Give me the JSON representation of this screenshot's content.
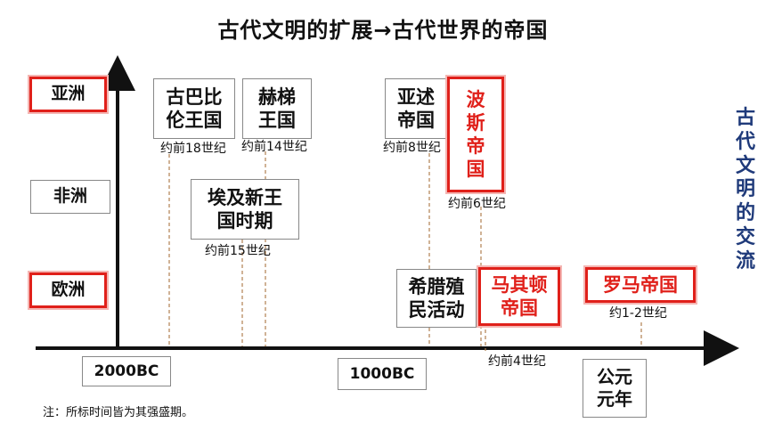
{
  "title": "古代文明的扩展→古代世界的帝国",
  "side_label": "古代文明的交流",
  "regions": [
    "亚洲",
    "非洲",
    "欧洲"
  ],
  "civilizations": [
    {
      "name": "古巴比伦王国",
      "era": "约前18世纪"
    },
    {
      "name": "赫梯王国",
      "era": "约前14世纪"
    },
    {
      "name": "埃及新王国时期",
      "era": "约前15世纪"
    },
    {
      "name": "亚述帝国",
      "era": "约前8世纪"
    },
    {
      "name": "波斯帝国",
      "era": "约前6世纪"
    },
    {
      "name": "希腊殖民活动",
      "era": ""
    },
    {
      "name": "马其顿帝国",
      "era": "约前4世纪"
    },
    {
      "name": "罗马帝国",
      "era": "约1-2世纪"
    }
  ],
  "timeline_labels": [
    "2000BC",
    "1000BC",
    "公元元年"
  ],
  "note": "注：所标时间皆为其强盛期。",
  "colors": {
    "highlight": "#e0201a",
    "side_label": "#1f3a7a"
  }
}
